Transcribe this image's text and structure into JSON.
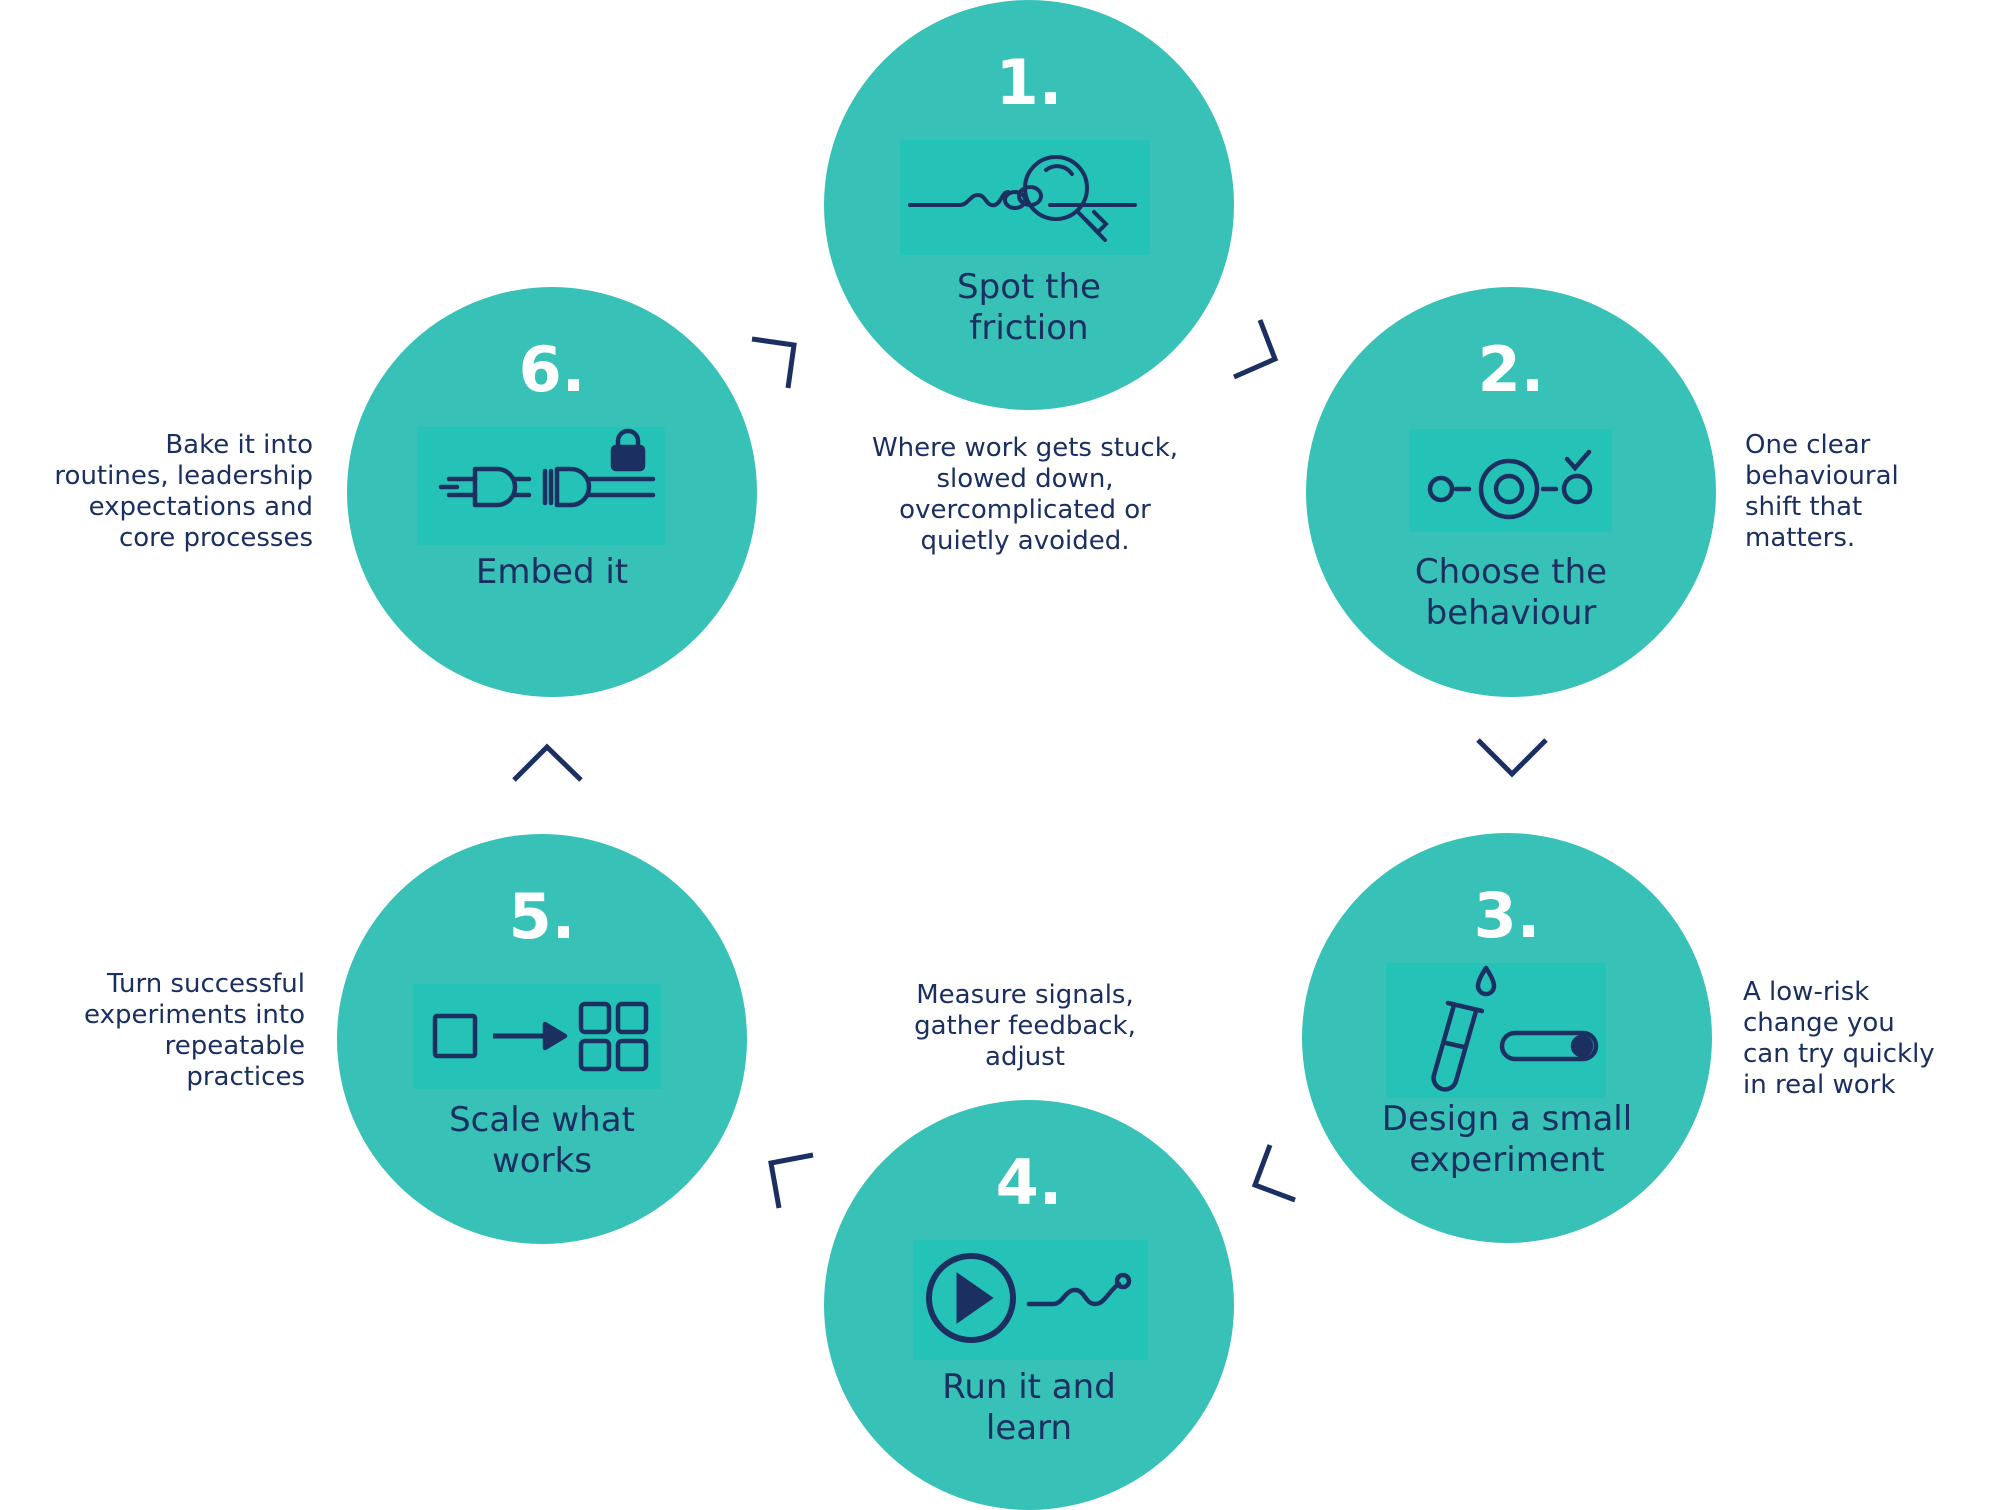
{
  "steps": [
    {
      "number": "1.",
      "title": "Spot the\nfriction",
      "icon": "knot-magnifier-icon",
      "description": "Where work gets stuck,\nslowed down,\novercomplicated or\nquietly avoided."
    },
    {
      "number": "2.",
      "title": "Choose the\nbehaviour",
      "icon": "target-check-icon",
      "description": "One clear\n behavioural\n shift that\nmatters."
    },
    {
      "number": "3.",
      "title": "Design a small\nexperiment",
      "icon": "test-tube-toggle-icon",
      "description": "A low-risk\n change you\n can try quickly\nin real work"
    },
    {
      "number": "4.",
      "title": "Run it and\nlearn",
      "icon": "play-signal-icon",
      "description": "Measure signals,\ngather feedback,\nadjust"
    },
    {
      "number": "5.",
      "title": "Scale what\nworks",
      "icon": "square-to-grid-icon",
      "description": "Turn successful\nexperiments into\nrepeatable\npractices"
    },
    {
      "number": "6.",
      "title": "Embed it",
      "icon": "plug-lock-icon",
      "description": "Bake it into\nroutines, leadership\nexpectations and\ncore processes"
    }
  ],
  "colors": {
    "circle": "#38c1b6",
    "icon_box": "#24c2b7",
    "text": "#1b3060",
    "number": "#ffffff"
  }
}
